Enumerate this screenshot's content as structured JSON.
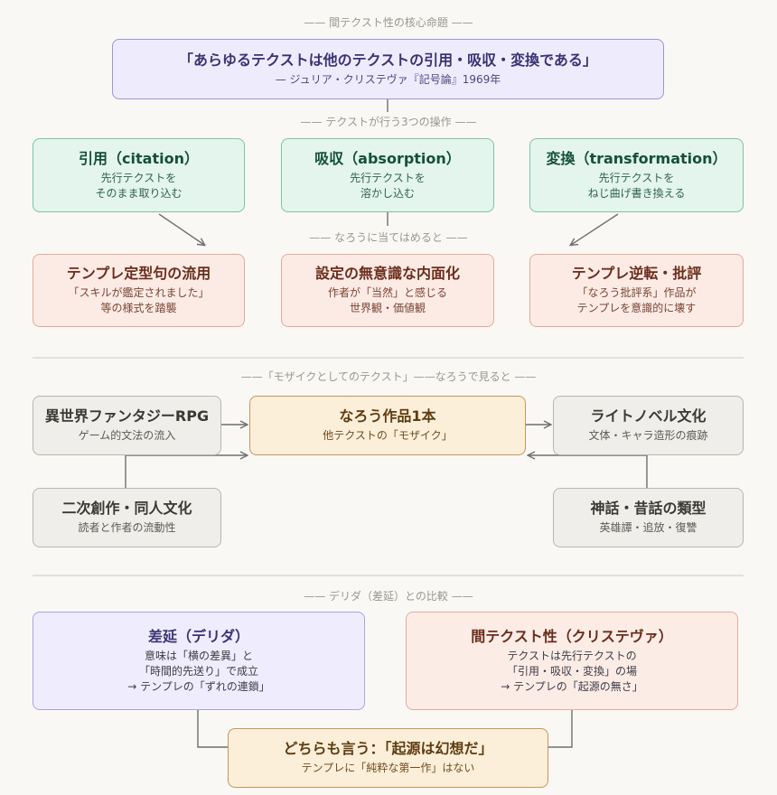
{
  "sections": {
    "core": "—— 間テクスト性の核心命題 ——",
    "operations": "—— テクストが行う3つの操作 ——",
    "apply": "—— なろうに当てはめると ——",
    "mosaic": "——「モザイクとしてのテクスト」——なろうで見ると ——",
    "compare": "—— デリダ（差延）との比較 ——"
  },
  "core": {
    "quote": "「あらゆるテクストは他のテクストの引用・吸収・変換である」",
    "source": "— ジュリア・クリステヴァ『記号論』1969年"
  },
  "operations": [
    {
      "title": "引用（citation）",
      "desc": "先行テクストを\nそのまま取り込む"
    },
    {
      "title": "吸収（absorption）",
      "desc": "先行テクストを\n溶かし込む"
    },
    {
      "title": "変換（transformation）",
      "desc": "先行テクストを\nねじ曲げ書き換える"
    }
  ],
  "narou": [
    {
      "title": "テンプレ定型句の流用",
      "desc": "「スキルが鑑定されました」\n等の様式を踏襲"
    },
    {
      "title": "設定の無意識な内面化",
      "desc": "作者が「当然」と感じる\n世界観・価値観"
    },
    {
      "title": "テンプレ逆転・批評",
      "desc": "「なろう批評系」作品が\nテンプレを意識的に壊す"
    }
  ],
  "mosaic": {
    "center": {
      "title": "なろう作品1本",
      "desc": "他テクストの「モザイク」"
    },
    "rpg": {
      "title": "異世界ファンタジーRPG",
      "desc": "ゲーム的文法の流入"
    },
    "doujin": {
      "title": "二次創作・同人文化",
      "desc": "読者と作者の流動性"
    },
    "lightnovel": {
      "title": "ライトノベル文化",
      "desc": "文体・キャラ造形の痕跡"
    },
    "myth": {
      "title": "神話・昔話の類型",
      "desc": "英雄譚・追放・復讐"
    }
  },
  "compare": {
    "derrida": {
      "title": "差延（デリダ）",
      "desc": "意味は「横の差異」と\n「時間的先送り」で成立\n→ テンプレの「ずれの連鎖」"
    },
    "kristeva": {
      "title": "間テクスト性（クリステヴァ）",
      "desc": "テクストは先行テクストの\n「引用・吸収・変換」の場\n→ テンプレの「起源の無さ」"
    },
    "both": {
      "title": "どちらも言う：「起源は幻想だ」",
      "desc": "テンプレに「純粋な第一作」はない"
    }
  },
  "colors": {
    "purple": "#eeecfc",
    "green": "#e4f5ee",
    "peach": "#fcebe5",
    "gray": "#efeeea",
    "orange": "#fcefd9",
    "line": "#707070"
  }
}
